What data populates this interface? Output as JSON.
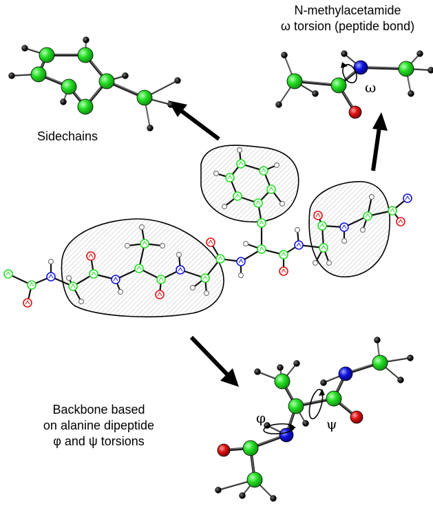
{
  "labels": {
    "nma_title_line1": "N-methylacetamide",
    "nma_title_line2": "ω torsion (peptide bond)",
    "sidechains": "Sidechains",
    "backbone_line1": "Backbone based",
    "backbone_line2": "on alanine dipeptide",
    "backbone_line3": "φ and ψ torsions",
    "omega_symbol": "ω",
    "phi_symbol": "φ",
    "psi_symbol": "ψ"
  },
  "colors": {
    "carbon": "#22dd22",
    "nitrogen": "#1111dd",
    "oxygen": "#dd1111",
    "hydrogen": "#111111",
    "bond": "#333333",
    "region_fill": "#e6e6e6"
  }
}
